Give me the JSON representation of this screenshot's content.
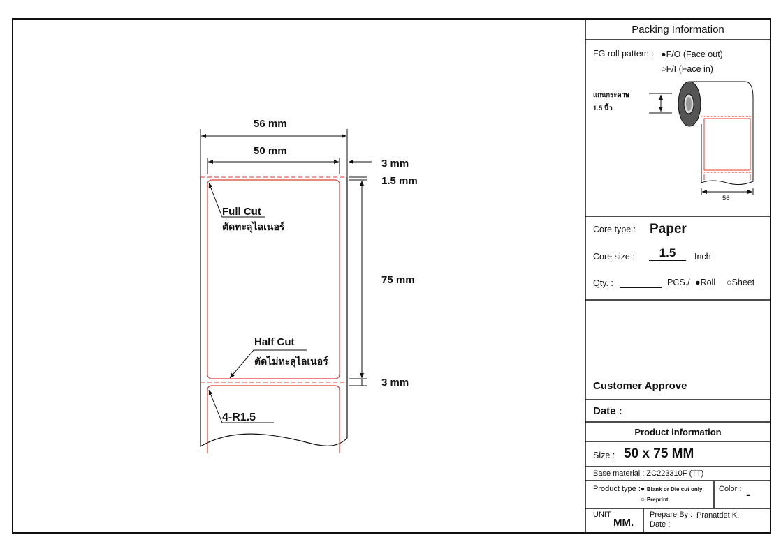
{
  "drawing": {
    "dim_width_total": "56 mm",
    "dim_width_label": "50 mm",
    "dim_side_gap": "3 mm",
    "dim_top_margin": "1.5 mm",
    "dim_height": "75 mm",
    "dim_gap": "3 mm",
    "full_cut": "Full Cut",
    "full_cut_th": "ตัดทะลุไลเนอร์",
    "half_cut": "Half Cut",
    "half_cut_th": "ตัดไม่ทะลุไลเนอร์",
    "corner_radius": "4-R1.5",
    "label_color": "#e53935"
  },
  "packing": {
    "title": "Packing Information",
    "roll_pattern_label": "FG roll pattern :",
    "face_out": "F/O (Face out)",
    "face_in": "F/I (Face in)",
    "core_note_1": "แกนกระดาษ",
    "core_note_2": "1.5 นิ้ว",
    "roll_width": "56"
  },
  "core": {
    "type_label": "Core type :",
    "type_value": "Paper",
    "size_label": "Core size :",
    "size_value": "1.5",
    "size_unit": "Inch",
    "qty_label": "Qty. :",
    "pcs_label": "PCS./",
    "roll": "Roll",
    "sheet": "Sheet"
  },
  "approve": {
    "customer_approve": "Customer Approve",
    "date": "Date :"
  },
  "product": {
    "title": "Product information",
    "size_label": "Size :",
    "size_value": "50 x 75 MM",
    "base_material": "Base material : ZC223310F (TT)",
    "type_label": "Product type :",
    "type_blank": "Blank or Die cut only",
    "type_preprint": "Preprint",
    "color_label": "Color :",
    "color_value": "-",
    "unit_label": "UNIT",
    "unit_value": "MM.",
    "prepare_label": "Prepare By :",
    "prepare_value": "Pranatdet K.",
    "date_label": "Date :"
  }
}
